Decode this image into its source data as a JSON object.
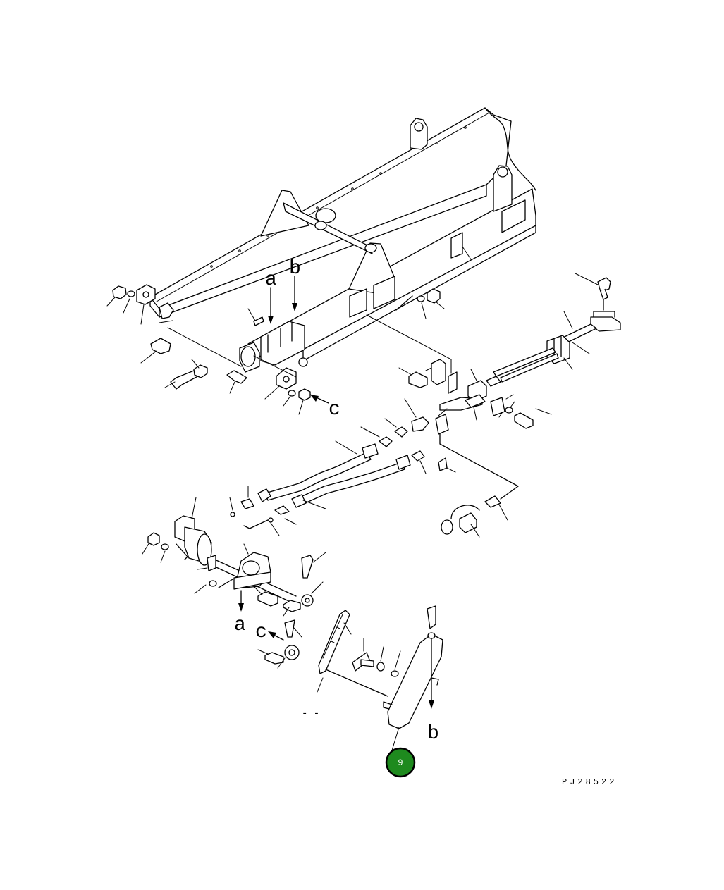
{
  "diagram": {
    "drawing_code": "PJ28522",
    "ref_labels": {
      "a": "a",
      "b": "b",
      "c": "c",
      "a2": "a",
      "b2": "b",
      "c2": "c"
    },
    "callout_marker": {
      "number": "9",
      "color": "#1e8a1e"
    },
    "minor_mark": "- -"
  }
}
